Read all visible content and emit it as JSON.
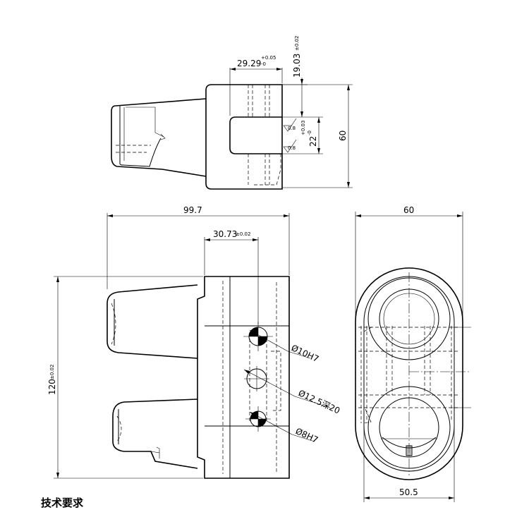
{
  "top_view": {
    "dim_width": "29.29",
    "dim_width_tol_upper": "+0.05",
    "dim_width_tol_lower": "-0",
    "dim_offset": "19.03",
    "dim_offset_tol": "±0.02",
    "dim_slot": "22",
    "dim_slot_tol_upper": "+0.03",
    "dim_slot_tol_lower": "-0",
    "dim_height": "60",
    "roughness_top": "0.8",
    "roughness_bottom": "0.8"
  },
  "front_view": {
    "dim_overall_length": "99.7",
    "dim_hole_offset": "30.73",
    "dim_hole_offset_tol": "±0.02",
    "dim_height": "120",
    "dim_height_tol": "±0.02",
    "hole_upper": "Ø10H7",
    "hole_middle": "Ø12.5深20",
    "hole_lower": "Ø8H7"
  },
  "side_view": {
    "dim_width_top": "60",
    "dim_width_bottom": "50.5"
  },
  "notes": {
    "title": "技术要求"
  }
}
